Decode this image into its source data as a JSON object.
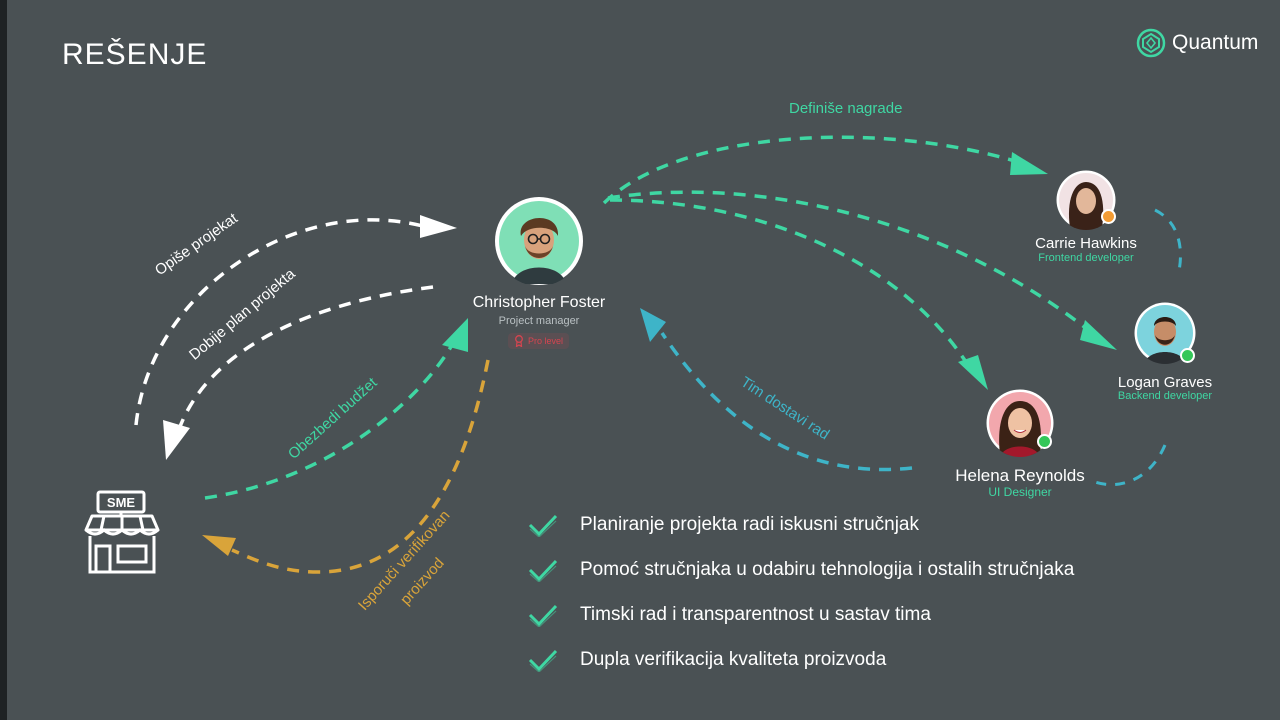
{
  "slide": {
    "title": "REŠENJE",
    "logo_text": "Quantum"
  },
  "colors": {
    "background": "#4a5154",
    "teal": "#3fd7a3",
    "white": "#ffffff",
    "orange": "#d9a43a",
    "blue": "#3eb4c8",
    "badge_red": "#d64550"
  },
  "project_manager": {
    "name": "Christopher Foster",
    "role": "Project manager",
    "badge": "Pro level"
  },
  "team": [
    {
      "name": "Carrie Hawkins",
      "role": "Frontend developer",
      "status_color": "#f39c34"
    },
    {
      "name": "Logan Graves",
      "role": "Backend developer",
      "status_color": "#34c759"
    },
    {
      "name": "Helena Reynolds",
      "role": "UI Designer",
      "status_color": "#34c759"
    }
  ],
  "client": {
    "label": "SME"
  },
  "flows": {
    "opise_projekat": "Opiše projekat",
    "dobije_plan": "Dobije plan projekta",
    "obezbedi_budzet": "Obezbedi budžet",
    "isporuci_line1": "Isporuči verifikovan",
    "isporuci_line2": "proizvod",
    "definise_nagrade": "Definiše nagrade",
    "tim_dostavi_rad": "Tim dostavi rad"
  },
  "benefits": [
    "Planiranje projekta radi iskusni stručnjak",
    "Pomoć stručnjaka u odabiru tehnologija i ostalih stručnjaka",
    "Timski rad i transparentnost u sastav tima",
    "Dupla verifikacija kvaliteta proizvoda"
  ],
  "icons": {
    "logo": "quantum-logo-icon",
    "check": "check-icon",
    "store": "store-icon",
    "badge": "medal-icon"
  }
}
